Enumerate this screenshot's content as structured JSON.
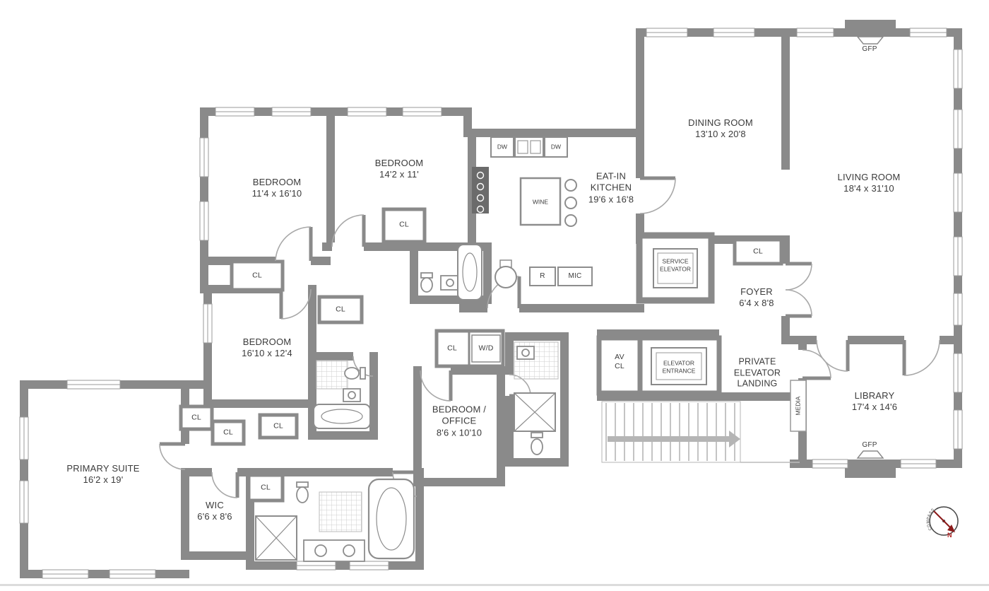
{
  "rooms": {
    "primary_suite": {
      "line1": "PRIMARY SUITE",
      "line2": "16'2 x 19'"
    },
    "wic": {
      "line1": "WIC",
      "line2": "6'6 x 8'6"
    },
    "bedroom1": {
      "line1": "BEDROOM",
      "line2": "11'4 x 16'10"
    },
    "bedroom2": {
      "line1": "BEDROOM",
      "line2": "14'2 x 11'"
    },
    "bedroom3": {
      "line1": "BEDROOM",
      "line2": "16'10 x 12'4"
    },
    "bedroom_office": {
      "line1": "BEDROOM /",
      "line2": "OFFICE",
      "line3": "8'6 x 10'10"
    },
    "kitchen": {
      "line1": "EAT-IN",
      "line2": "KITCHEN",
      "line3": "19'6 x 16'8"
    },
    "dining": {
      "line1": "DINING ROOM",
      "line2": "13'10 x 20'8"
    },
    "living": {
      "line1": "LIVING ROOM",
      "line2": "18'4 x 31'10"
    },
    "library": {
      "line1": "LIBRARY",
      "line2": "17'4 x 14'6"
    },
    "foyer": {
      "line1": "FOYER",
      "line2": "6'4 x 8'8"
    },
    "landing": {
      "line1": "PRIVATE",
      "line2": "ELEVATOR",
      "line3": "LANDING"
    }
  },
  "features": {
    "cl": "CL",
    "wd": "W/D",
    "dw": "DW",
    "wine": "WINE",
    "r": "R",
    "mic": "MIC",
    "gfp": "GFP",
    "media": "MEDIA",
    "av_line1": "AV",
    "av_line2": "CL",
    "service_line1": "SERVICE",
    "service_line2": "ELEVATOR",
    "entrance_line1": "ELEVATOR",
    "entrance_line2": "ENTRANCE",
    "compass": "COMPASS",
    "north": "N"
  },
  "colors": {
    "wall": "#8a8a8a",
    "text": "#3b3b3b",
    "stair": "#c4c4c4",
    "north_red": "#8b1a1a"
  }
}
